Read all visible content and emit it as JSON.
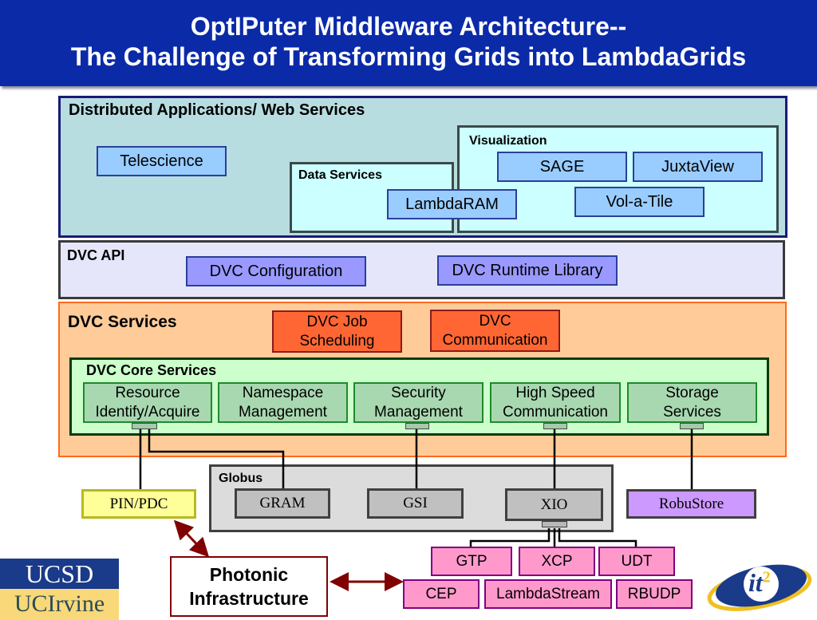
{
  "title": {
    "line1": "OptIPuter Middleware Architecture--",
    "line2": "The Challenge of Transforming Grids into LambdaGrids"
  },
  "distributed_apps": {
    "label": "Distributed Applications/ Web Services",
    "telescience": "Telescience",
    "data_services": {
      "label": "Data Services",
      "items": [
        "LambdaRAM"
      ]
    },
    "visualization": {
      "label": "Visualization",
      "items": [
        "SAGE",
        "JuxtaView",
        "Vol-a-Tile"
      ]
    }
  },
  "dvc_api": {
    "label": "DVC API",
    "items": [
      "DVC Configuration",
      "DVC Runtime Library"
    ]
  },
  "dvc_services": {
    "label": "DVC Services",
    "items": [
      {
        "line1": "DVC Job",
        "line2": "Scheduling"
      },
      {
        "line1": "DVC",
        "line2": "Communication"
      }
    ],
    "core": {
      "label": "DVC Core Services",
      "items": [
        {
          "line1": "Resource",
          "line2": "Identify/Acquire"
        },
        {
          "line1": "Namespace",
          "line2": "Management"
        },
        {
          "line1": "Security",
          "line2": "Management"
        },
        {
          "line1": "High Speed",
          "line2": "Communication"
        },
        {
          "line1": "Storage",
          "line2": "Services"
        }
      ]
    }
  },
  "globus": {
    "label": "Globus",
    "items": [
      "GRAM",
      "GSI",
      "XIO"
    ]
  },
  "pin_pdc": "PIN/PDC",
  "robustore": "RobuStore",
  "transport": {
    "row1": [
      "GTP",
      "XCP",
      "UDT"
    ],
    "row2": [
      "CEP",
      "LambdaStream",
      "RBUDP"
    ]
  },
  "photonic": {
    "line1": "Photonic",
    "line2": "Infrastructure"
  },
  "logos": {
    "ucsd": "UCSD",
    "uci": "UCIrvine",
    "it2": "it",
    "it2_sup": "2"
  },
  "colors": {
    "title_bg": "#0a2aa8",
    "apps_bg": "#b8dde0",
    "api_bg": "#e6e6fa",
    "services_bg": "#ffcc99",
    "core_bg": "#ccffcc",
    "arrow": "#800000"
  }
}
